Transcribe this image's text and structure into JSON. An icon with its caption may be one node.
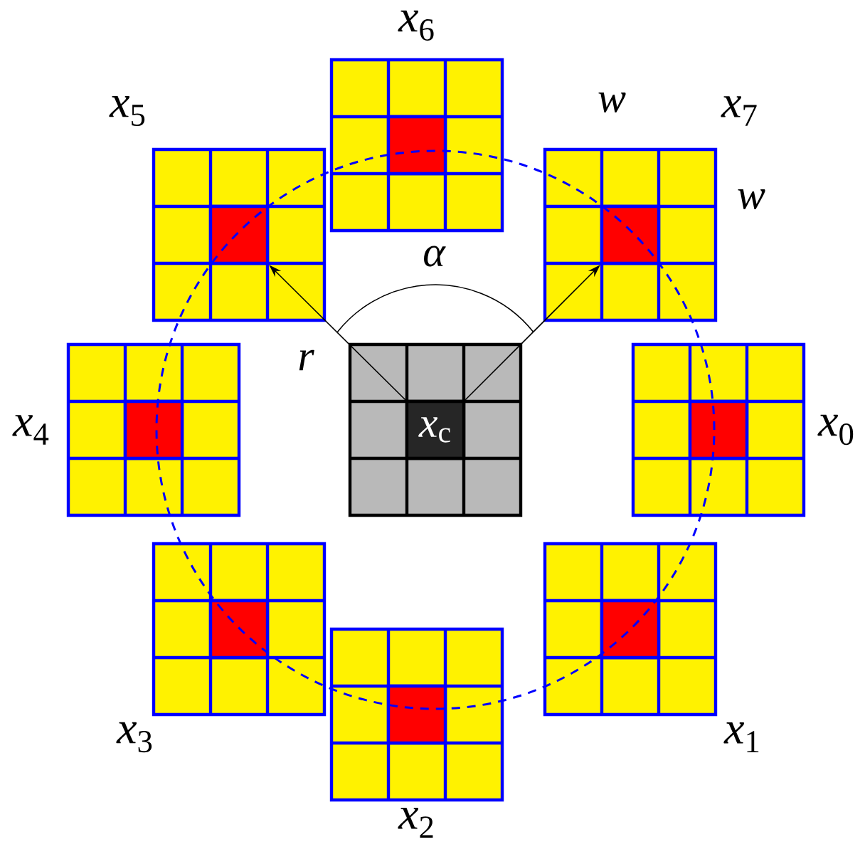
{
  "diagram": {
    "nodes": [
      {
        "text": [],
        "shape": "box",
        "beside": [
          "*x*$_{6}$"
        ]
      },
      {
        "text": [],
        "shape": "box",
        "in": 0
      },
      {
        "text": [],
        "shape": "box",
        "beside": [
          "*x*$_{5}$"
        ]
      },
      {
        "text": [],
        "shape": "box",
        "in": 2
      },
      {
        "text": [],
        "shape": "box",
        "beside": [
          "*x*$_{7}$"
        ]
      },
      {
        "text": [],
        "shape": "box",
        "in": 4
      },
      {
        "text": [],
        "shape": "box",
        "beside": [
          "*x*$_{4}$"
        ]
      },
      {
        "text": [],
        "shape": "box",
        "in": 6
      },
      {
        "text": [],
        "shape": "box"
      },
      {
        "text": [
          "*x*$_{c}$"
        ],
        "in": 8
      },
      {
        "text": [],
        "shape": "box",
        "beside": [
          "*x*$_{0}$"
        ]
      },
      {
        "text": [],
        "shape": "box",
        "in": 10
      },
      {
        "text": [],
        "shape": "box",
        "beside": [
          "*x*$_{3}$"
        ]
      },
      {
        "text": [],
        "shape": "box",
        "in": 12
      },
      {
        "text": [],
        "shape": "box",
        "beside": [
          "*x*$_{1}$"
        ]
      },
      {
        "text": [],
        "shape": "box",
        "in": 14
      },
      {
        "text": [],
        "shape": "box",
        "beside": [
          "*x*$_{2}$"
        ]
      },
      {
        "text": [],
        "shape": "box",
        "in": 16
      }
    ],
    "edges": [
      {
        "from": 9,
        "to": 3,
        "arrow": "to"
      },
      {
        "from": 9,
        "to": 5,
        "arrow": "to"
      }
    ],
    "labels": [
      "w",
      "w",
      "α",
      "r"
    ]
  }
}
